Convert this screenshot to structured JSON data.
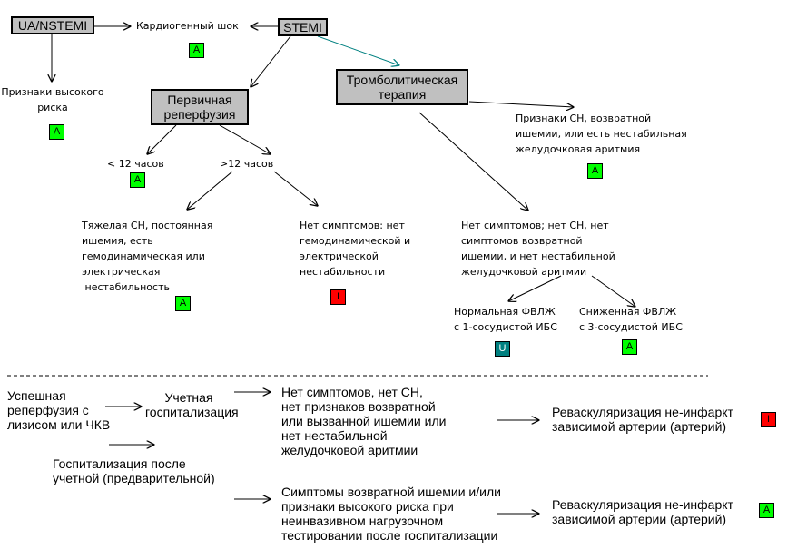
{
  "colors": {
    "box_fill": "#c0c0c0",
    "grade_A": "#00ff00",
    "grade_I": "#ff0000",
    "grade_U": "#008080",
    "teal_arrow": "#008080"
  },
  "nodes": {
    "ua_nstemi": "UA/NSTEMI",
    "cardiogenic_shock": "Кардиогенный шок",
    "stemi": "STEMI",
    "high_risk_signs": "Признаки высокого\nриска",
    "primary_reperfusion": "Первичная\nреперфузия",
    "thrombolytic_therapy": "Тромболитическая\nтерапия",
    "hf_signs": "Признаки СН, возвратной\nишемии, или есть нестабильная\nжелудочковая аритмия",
    "lt_12h": "< 12 часов",
    "gt_12h": ">12 часов",
    "severe_hf": "Тяжелая СН, постоянная\nишемия, есть\nгемодинамическая или\nэлектрическая\n нестабильность",
    "no_symptoms_left": "Нет симптомов: нет\nгемодинамической и\nэлектрической\nнестабильности",
    "no_symptoms_right": "Нет симптомов; нет СН, нет\nсимптомов возвратной\nишемии, и нет нестабильной\nжелудочковой аритмии",
    "normal_lvef": "Нормальная ФВЛЖ\nс 1-сосудистой ИБС",
    "reduced_lvef": "Сниженная ФВЛЖ\nс 3-сосудистой ИБС"
  },
  "bottom": {
    "successful_reperfusion": "Успешная\nреперфузия с\nлизисом или ЧКВ",
    "index_hospitalization": "Учетная\nгоспитализация",
    "no_symptoms_no_hf": "Нет симптомов, нет СН,\nнет признаков возвратной\nили вызванной ишемии или\nнет нестабильной\nжелудочковой аритмии",
    "revasc_1": "Реваскуляризация не-инфаркт\nзависимой артерии (артерий)",
    "post_hospitalization": "Госпитализация после\nучетной (предварительной)",
    "recurrent_symptoms": "Симптомы возвратной ишемии и/или\nпризнаки высокого риска при\nнеинвазивном нагрузочном\nтестировании после госпитализации",
    "revasc_2": "Реваскуляризация не-инфаркт\nзависимой артерии (артерий)"
  },
  "grades": {
    "cardiogenic_shock": "A",
    "high_risk": "A",
    "hf_signs": "A",
    "lt_12h": "A",
    "severe_hf": "A",
    "no_symptoms_left": "I",
    "normal_lvef": "U",
    "reduced_lvef": "A",
    "revasc_1": "I",
    "revasc_2": "A"
  }
}
